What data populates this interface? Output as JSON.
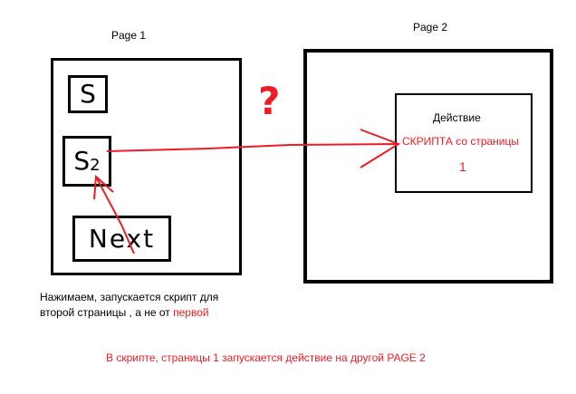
{
  "page1": {
    "title": "Page 1",
    "button_s": "S",
    "button_s2": "S",
    "button_s2_sub": "2",
    "button_next": "Next"
  },
  "page2": {
    "title": "Page 2",
    "action_line1": "Действие",
    "action_line2": "СКРИПТА со страницы",
    "action_line3": "1"
  },
  "question_mark": "?",
  "caption": {
    "line1": "Нажимаем, запускается скрипт для",
    "line2_a": "второй страницы , а не от ",
    "line2_b": "первой"
  },
  "footer": "В скрипте, страницы 1 запускается действие на другой PAGE 2",
  "colors": {
    "red": "#ed1c24",
    "black": "#000000"
  }
}
